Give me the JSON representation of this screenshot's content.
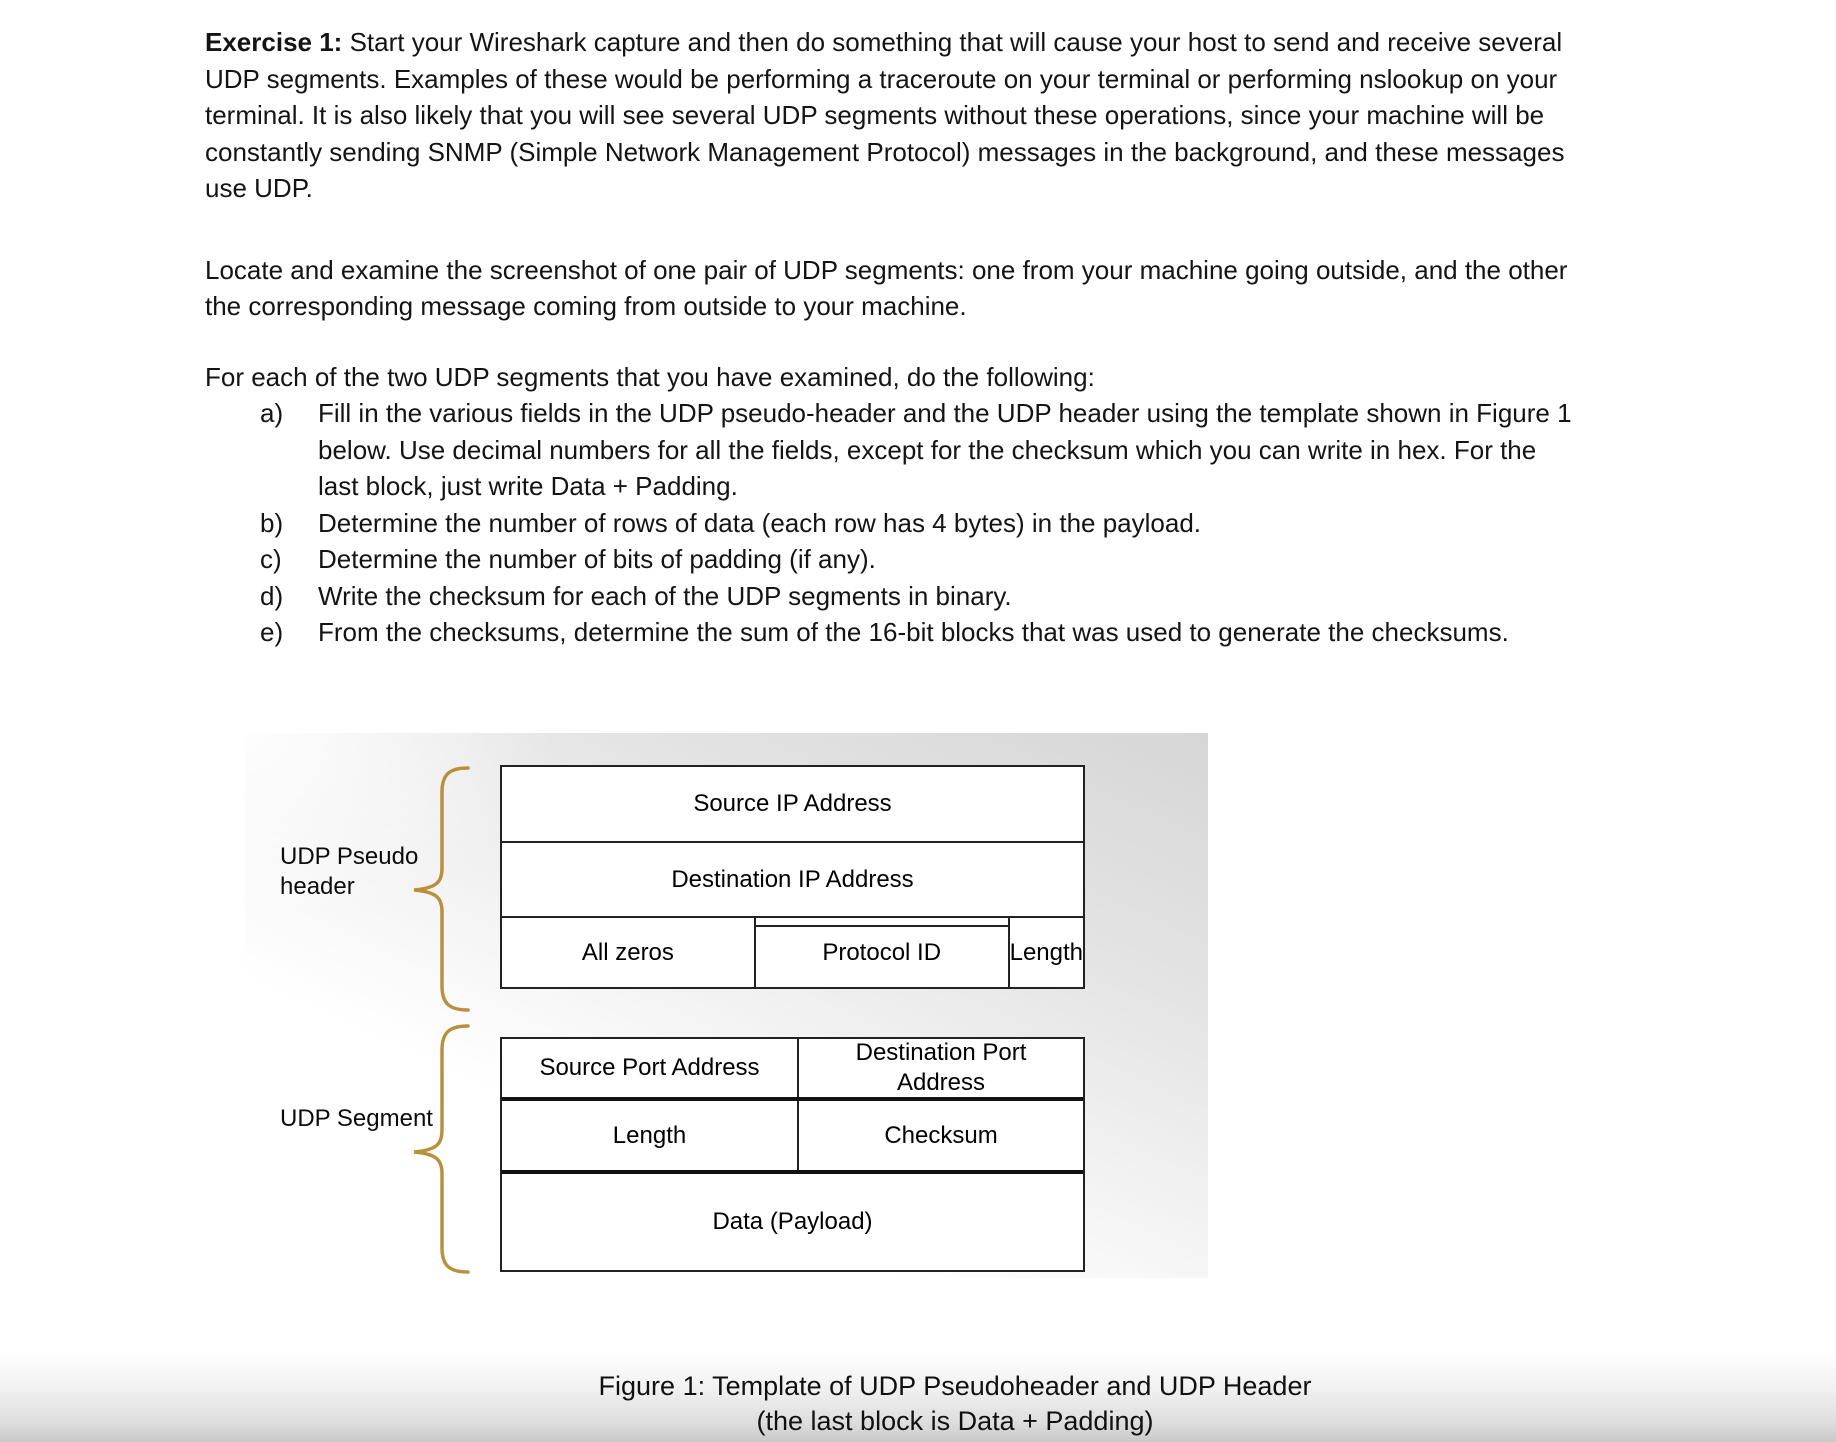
{
  "exercise": {
    "bold_prefix": "Exercise 1:",
    "lines": [
      "Start your Wireshark capture and then do something that will cause your host to send and receive several",
      "UDP segments. Examples of these would be performing a traceroute on your terminal or performing nslookup on your",
      "terminal. It is also likely that you will see several UDP segments without these operations, since your machine will be",
      "constantly sending SNMP (Simple Network Management Protocol) messages in the background, and these messages",
      "use UDP."
    ]
  },
  "paragraph2": {
    "lines": [
      "Locate and examine the screenshot of one pair of UDP segments: one from your machine going outside, and the other",
      "the corresponding message coming from outside to your machine."
    ]
  },
  "paragraph3": {
    "lines": [
      "For each of the two UDP segments that you have examined, do the following:"
    ]
  },
  "task_list": {
    "items": [
      {
        "marker": "a)",
        "lines": [
          "Fill in the various fields in the UDP pseudo-header and the UDP header using the template shown in Figure 1",
          "below. Use decimal numbers for all the fields, except for the checksum which you can write in hex. For the",
          "last block, just write Data + Padding."
        ]
      },
      {
        "marker": "b)",
        "lines": [
          "Determine the number of rows of data (each row has 4 bytes) in the payload."
        ]
      },
      {
        "marker": "c)",
        "lines": [
          "Determine the number of bits of padding (if any)."
        ]
      },
      {
        "marker": "d)",
        "lines": [
          "Write the checksum for each of the UDP segments in binary."
        ]
      },
      {
        "marker": "e)",
        "lines": [
          "From the checksums, determine the sum of the 16-bit blocks that was used to generate the checksums."
        ]
      }
    ]
  },
  "figure": {
    "pseudo_header": {
      "label_lines": [
        "UDP Pseudo",
        "header"
      ],
      "row1": "Source IP Address",
      "row2": "Destination IP Address",
      "row3": [
        "All zeros",
        "Protocol ID",
        "Length"
      ]
    },
    "udp_segment": {
      "label": "UDP Segment",
      "row1_left": "Source Port Address",
      "row1_right_lines": [
        "Destination Port",
        "Address"
      ],
      "row2_left": "Length",
      "row2_right": "Checksum",
      "row3": "Data (Payload)"
    },
    "caption_lines": [
      "Figure 1: Template of UDP Pseudoheader and UDP Header",
      "(the last block is Data + Padding)"
    ],
    "colors": {
      "brace_gold": "#b8913e",
      "panel_gray": "#d6d6d6",
      "table_line": "#222222"
    }
  }
}
